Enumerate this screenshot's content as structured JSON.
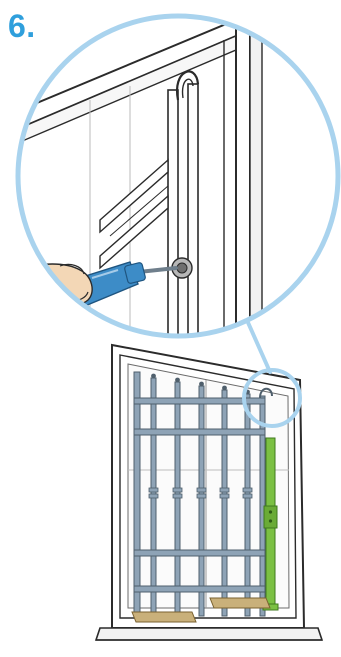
{
  "step": {
    "number": "6."
  },
  "colors": {
    "accent_blue": "#2f9fdc",
    "magnifier_ring": "#a9d3ee",
    "bar_steel": "#8ea3b6",
    "bar_outline": "#4f5f6c",
    "support_green": "#7bc043",
    "wood_block": "#c9b07a",
    "tool_blue": "#3d8cc7",
    "hand_skin": "#f3d7b6"
  },
  "icons": {
    "detail_view": "magnifier-callout",
    "window": "window-with-security-grille",
    "tool": "screwdriver-with-hand",
    "support": "green-vertical-support-bar",
    "spacers": "wooden-spacer-blocks"
  }
}
